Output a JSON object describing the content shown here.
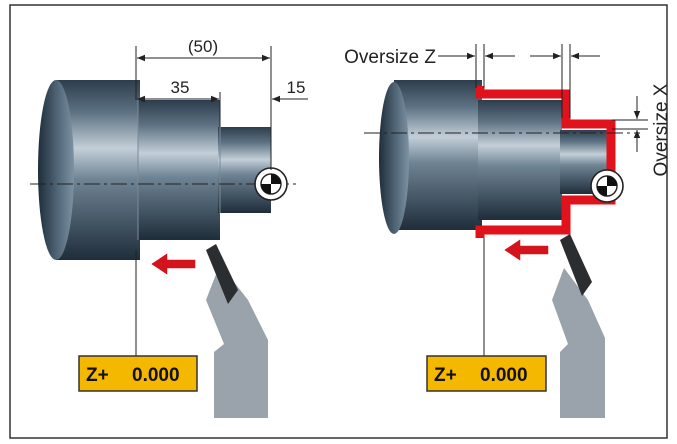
{
  "left_view": {
    "dims": {
      "total": "(50)",
      "first": "35",
      "second": "15"
    },
    "readout": {
      "label": "Z+",
      "value": "0.000"
    }
  },
  "right_view": {
    "oversize_z": "Oversize Z",
    "oversize_x": "Oversize X",
    "readout": {
      "label": "Z+",
      "value": "0.000"
    }
  },
  "colors": {
    "frame": "#333333",
    "readout_fill": "#f5b800",
    "oversize_contour": "#e0121b",
    "arrow_fill": "#d4141c",
    "tool_body": "#9aa3ab",
    "tool_tip": "#2b2e31"
  },
  "icons": {
    "datum": "zero-point-symbol",
    "feed": "feed-direction-arrow"
  }
}
